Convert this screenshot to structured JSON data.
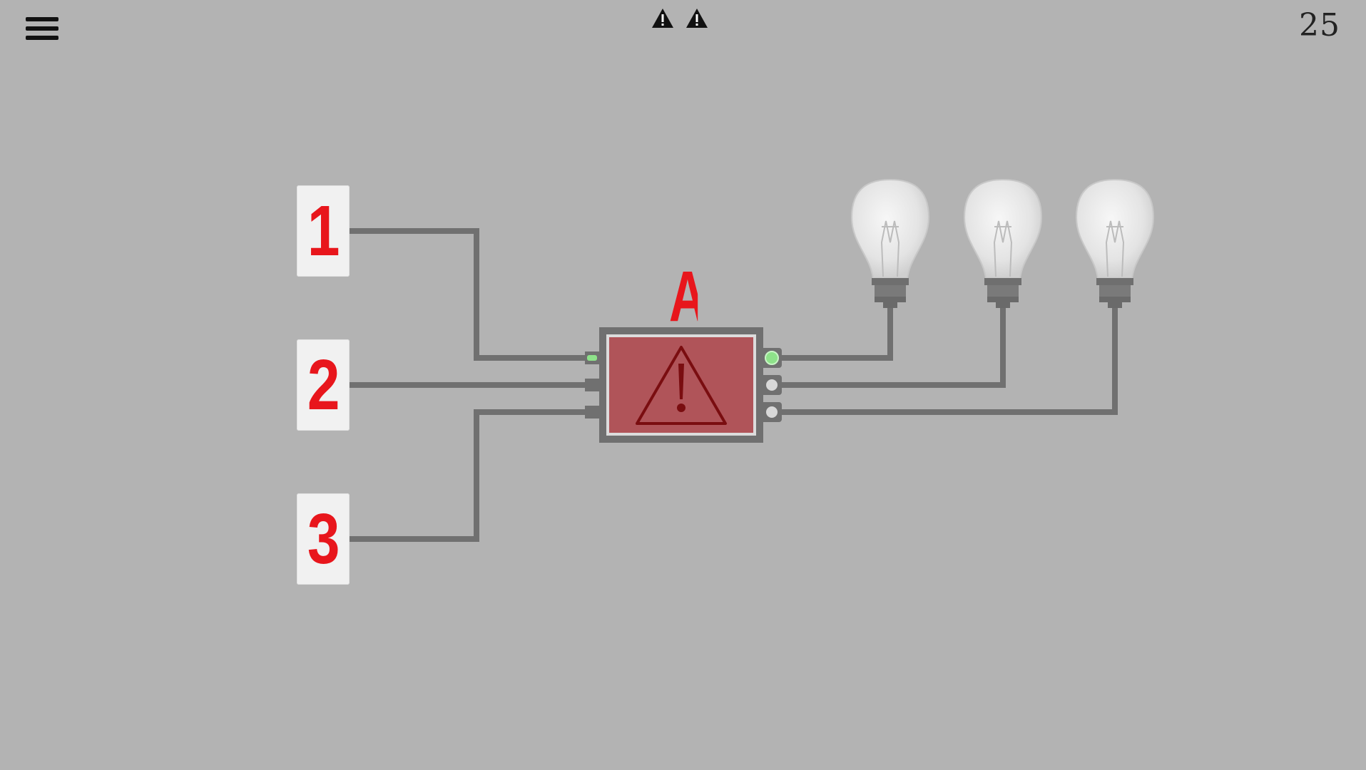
{
  "header": {
    "menu_icon": "hamburger-menu-icon",
    "hint_icons": [
      "warning-icon",
      "warning-icon"
    ],
    "level_number": "25"
  },
  "switches": [
    {
      "label": "1"
    },
    {
      "label": "2"
    },
    {
      "label": "3"
    }
  ],
  "junction_box": {
    "label": "A",
    "symbol": "warning-triangle-icon",
    "inputs": [
      {
        "active": true
      },
      {
        "active": false
      },
      {
        "active": false
      }
    ],
    "outputs": [
      {
        "active": true
      },
      {
        "active": false
      },
      {
        "active": false
      }
    ]
  },
  "bulbs": [
    {
      "lit": false
    },
    {
      "lit": false
    },
    {
      "lit": false
    }
  ],
  "colors": {
    "background": "#b3b3b3",
    "wire": "#707070",
    "accent_red": "#e8161c",
    "box_fill": "#b05459",
    "indicator_green": "#8ee28a"
  }
}
